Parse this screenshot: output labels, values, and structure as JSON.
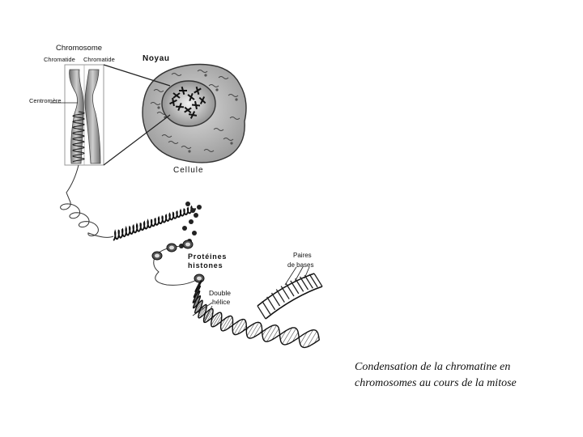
{
  "labels": {
    "chromosome": "Chromosome",
    "chromatid_left": "Chromatide",
    "chromatid_right": "Chromatide",
    "centromere": "Centromère",
    "nucleus": "Noyau",
    "cell": "Cellule",
    "histones_line1": "Protéines",
    "histones_line2": "histones",
    "double_helix_line1": "Double",
    "double_helix_line2": "hélice",
    "base_pairs_line1": "Paires",
    "base_pairs_line2": "de  bases"
  },
  "caption": {
    "line1": "Condensation de la chromatine en",
    "line2": "chromosomes au cours de la mitose"
  }
}
